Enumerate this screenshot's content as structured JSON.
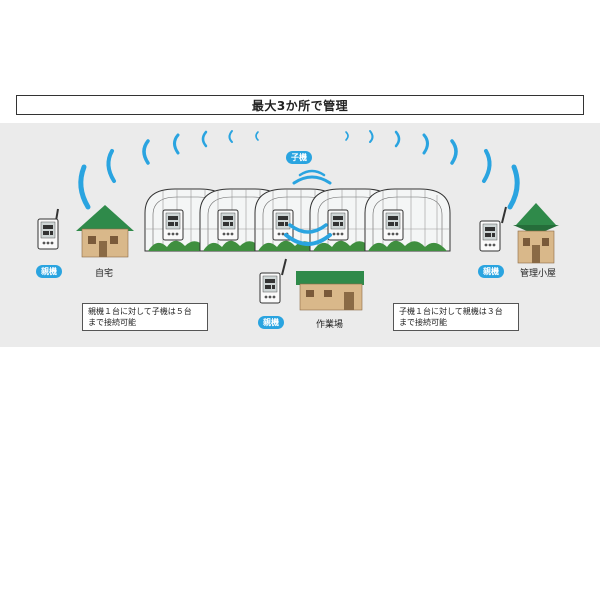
{
  "title": "最大3か所で管理",
  "tags": {
    "child": "子機",
    "parent_home": "親機",
    "parent_work": "親機",
    "parent_hut": "親機"
  },
  "labels": {
    "home": "自宅",
    "workshop": "作業場",
    "hut": "管理小屋"
  },
  "notes": {
    "left_line1": "親機１台に対して子機は５台",
    "left_line2": "まで接続可能",
    "right_line1": "子機１台に対して親機は３台",
    "right_line2": "まで接続可能"
  },
  "colors": {
    "wave": "#2aa4e0",
    "roof_green": "#2f8a4a",
    "house_wall": "#d9b88a",
    "panel_bg": "#ebebeb"
  }
}
